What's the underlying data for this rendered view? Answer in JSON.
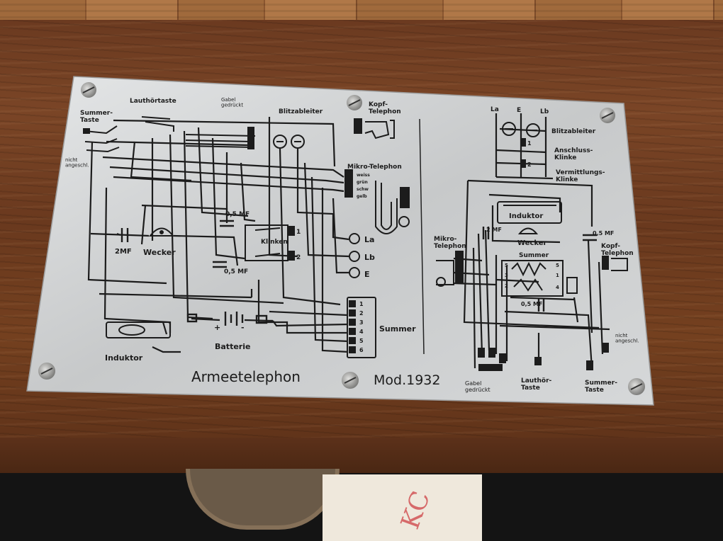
{
  "plate": {
    "title": "Armeetelephon",
    "model": "Mod.1932",
    "labels_left": {
      "summer_taste": "Summer-\nTaste",
      "lauthoertaste": "Lauthörtaste",
      "gabel_gedrueckt": "Gabel\ngedrückt",
      "blitzableiter": "Blitzableiter",
      "kopf_telephon": "Kopf-\nTelephon",
      "nicht_angeschl": "nicht\nangeschl.",
      "mikro_telephon": "Mikro-Telephon",
      "weiss": "weiss",
      "gruen": "grün",
      "schw": "schw",
      "gelb": "gelb",
      "cap_05mf_top": "0,5 MF",
      "cap_05mf_bottom": "0,5 MF",
      "klinken": "Klinken",
      "k1": "1",
      "k2": "2",
      "la": "La",
      "lb": "Lb",
      "e": "E",
      "cap_2mf": "2MF",
      "wecker": "Wecker",
      "batterie": "Batterie",
      "plus": "+",
      "minus": "-",
      "induktor": "Induktor",
      "summer": "Summer",
      "terminals": [
        "1",
        "2",
        "3",
        "4",
        "5",
        "6"
      ]
    },
    "labels_right": {
      "la": "La",
      "e": "E",
      "lb": "Lb",
      "blitzableiter": "Blitzableiter",
      "anschluss_klinke": "Anschluss-\nKlinke",
      "vermittlungs_klinke": "Vermittlungs-\nKlinke",
      "k1": "1",
      "k2": "2",
      "induktor": "Induktor",
      "cap_2mf": "2 MF",
      "wecker": "Wecker",
      "cap_05mf": "0,5 MF",
      "kopf_telephon": "Kopf-\nTelephon",
      "mikro_telephon": "Mikro-\nTelephon",
      "summer": "Summer",
      "cap_05mf_inner": "0,5 MF",
      "nicht_angeschl": "nicht\nangeschl.",
      "gabel_gedrueckt": "Gabel\ngedrückt",
      "lauthoer_taste": "Lauthör-\nTaste",
      "summer_taste": "Summer-\nTaste",
      "summer_terminals": [
        "5",
        "5",
        "3",
        "1",
        "2",
        "4"
      ]
    }
  },
  "colors": {
    "plate": "#c9cbcc",
    "ink": "#1c1c1c",
    "wood": "#6b3a20",
    "screw": "#9a9a98"
  },
  "tag": {
    "mark": "KC"
  }
}
